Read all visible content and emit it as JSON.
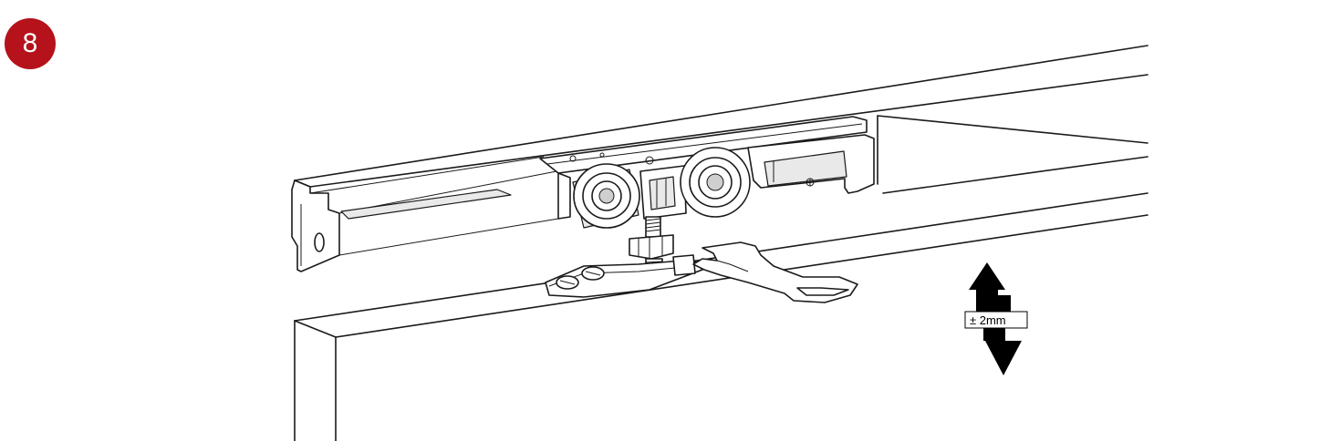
{
  "step": {
    "number": "8",
    "badge_color": "#b5121b"
  },
  "adjustment": {
    "label": "± 2mm",
    "arrow_color": "#000000"
  },
  "icons": [
    "step-number-badge",
    "adjustment-arrows-icon",
    "wrench-icon",
    "roller-wheel-icon"
  ]
}
